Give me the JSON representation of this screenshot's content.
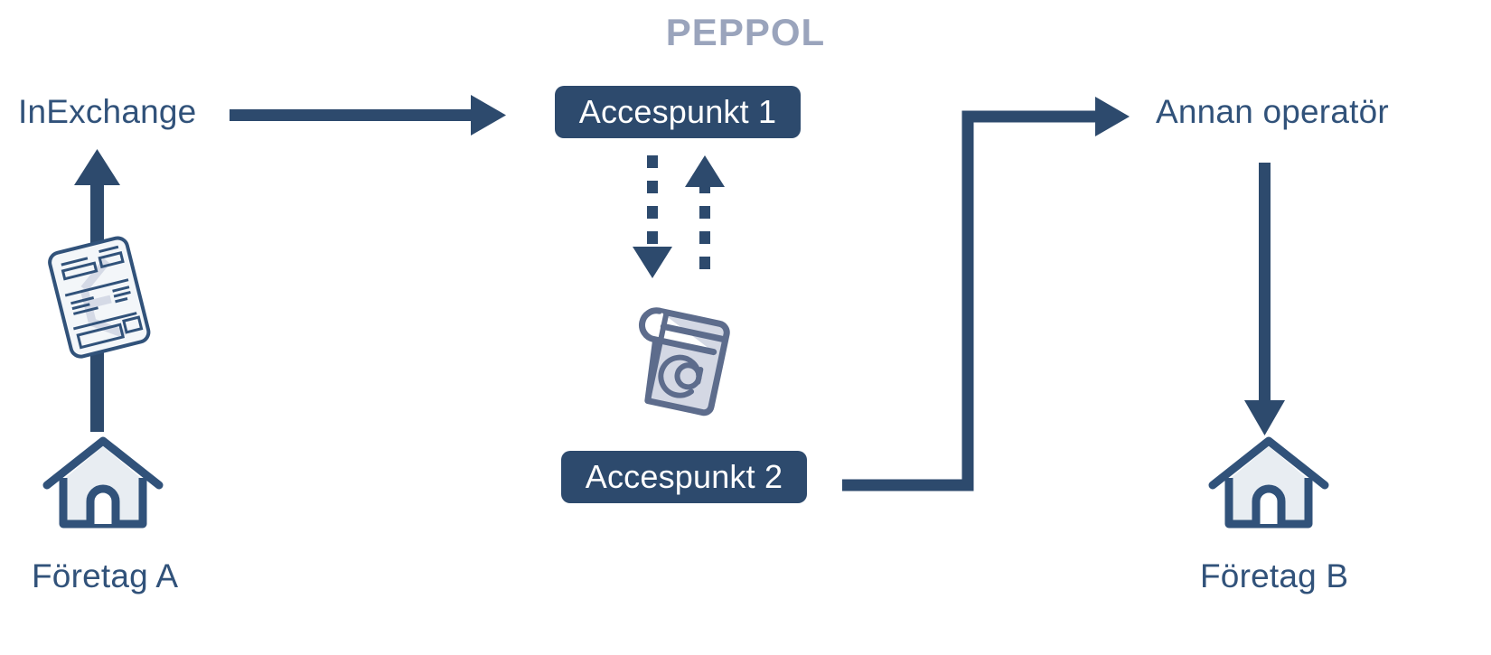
{
  "diagram": {
    "title": "PEPPOL",
    "nodes": {
      "left_operator": "InExchange",
      "right_operator": "Annan operatör",
      "company_a": "Företag A",
      "company_b": "Företag B",
      "access_point_1": "Accespunkt 1",
      "access_point_2": "Accespunkt 2"
    },
    "icons": {
      "invoice": "invoice-document-icon",
      "invoice_watermark": "E",
      "address_book": "address-book-icon",
      "address_book_glyph": "@",
      "house_a": "house-icon",
      "house_b": "house-icon",
      "arrow_a_to_inexchange": "arrow-up-icon",
      "arrow_inexchange_to_ap1": "arrow-right-icon",
      "arrow_ap1_to_book": "dashed-arrow-down-icon",
      "arrow_book_to_ap1": "dashed-arrow-up-icon",
      "arrow_ap2_to_operator": "elbow-arrow-right-icon",
      "arrow_operator_to_b": "arrow-down-icon"
    },
    "colors": {
      "navy": "#2d4a6d",
      "navy_text": "#31527a",
      "muted_blue": "#9aa4bc",
      "icon_fill": "#e8edf2",
      "book_fill": "#d4d8e4",
      "background": "#ffffff"
    }
  }
}
